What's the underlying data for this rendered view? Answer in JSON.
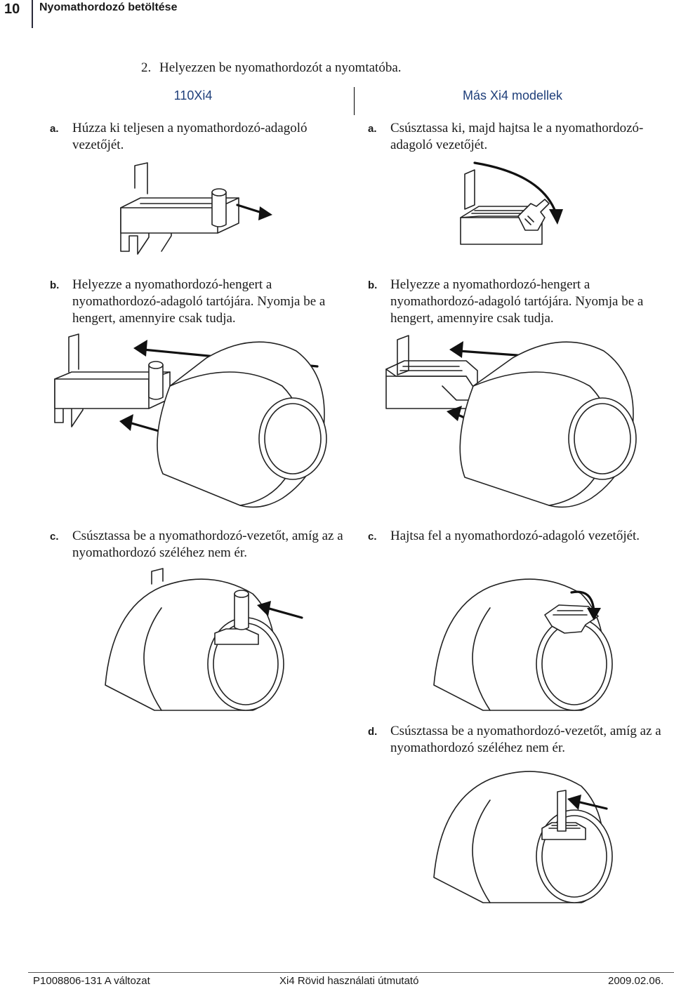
{
  "header": {
    "page_number": "10",
    "section_title": "Nyomathordozó betöltése"
  },
  "step": {
    "number": "2.",
    "text": "Helyezzen be nyomathordozót a nyomtatóba."
  },
  "left_column": {
    "heading": "110Xi4",
    "items": [
      {
        "label": "a.",
        "text": "Húzza ki teljesen a nyomathordozó-adagoló vezetőjét."
      },
      {
        "label": "b.",
        "text": "Helyezze a nyomathordozó-hengert a nyomathordozó-adagoló tartójára. Nyomja be a hengert, amennyire csak tudja."
      },
      {
        "label": "c.",
        "text": "Csúsztassa be a nyomathordozó-vezetőt, amíg az a nyomathordozó széléhez nem ér."
      }
    ]
  },
  "right_column": {
    "heading": "Más Xi4 modellek",
    "items": [
      {
        "label": "a.",
        "text": "Csúsztassa ki, majd hajtsa le a nyomathordozó-adagoló vezetőjét."
      },
      {
        "label": "b.",
        "text": "Helyezze a nyomathordozó-hengert a nyomathordozó-adagoló tartójára. Nyomja be a hengert, amennyire csak tudja."
      },
      {
        "label": "c.",
        "text": "Hajtsa fel a nyomathordozó-adagoló vezetőjét."
      },
      {
        "label": "d.",
        "text": "Csúsztassa be a nyomathordozó-vezetőt, amíg az a nyomathordozó széléhez nem ér."
      }
    ]
  },
  "footer": {
    "left": "P1008806-131 A változat",
    "center": "Xi4 Rövid használati útmutató",
    "right": "2009.02.06."
  },
  "colors": {
    "heading_blue": "#1f3f7a",
    "text": "#1a1a1a"
  }
}
